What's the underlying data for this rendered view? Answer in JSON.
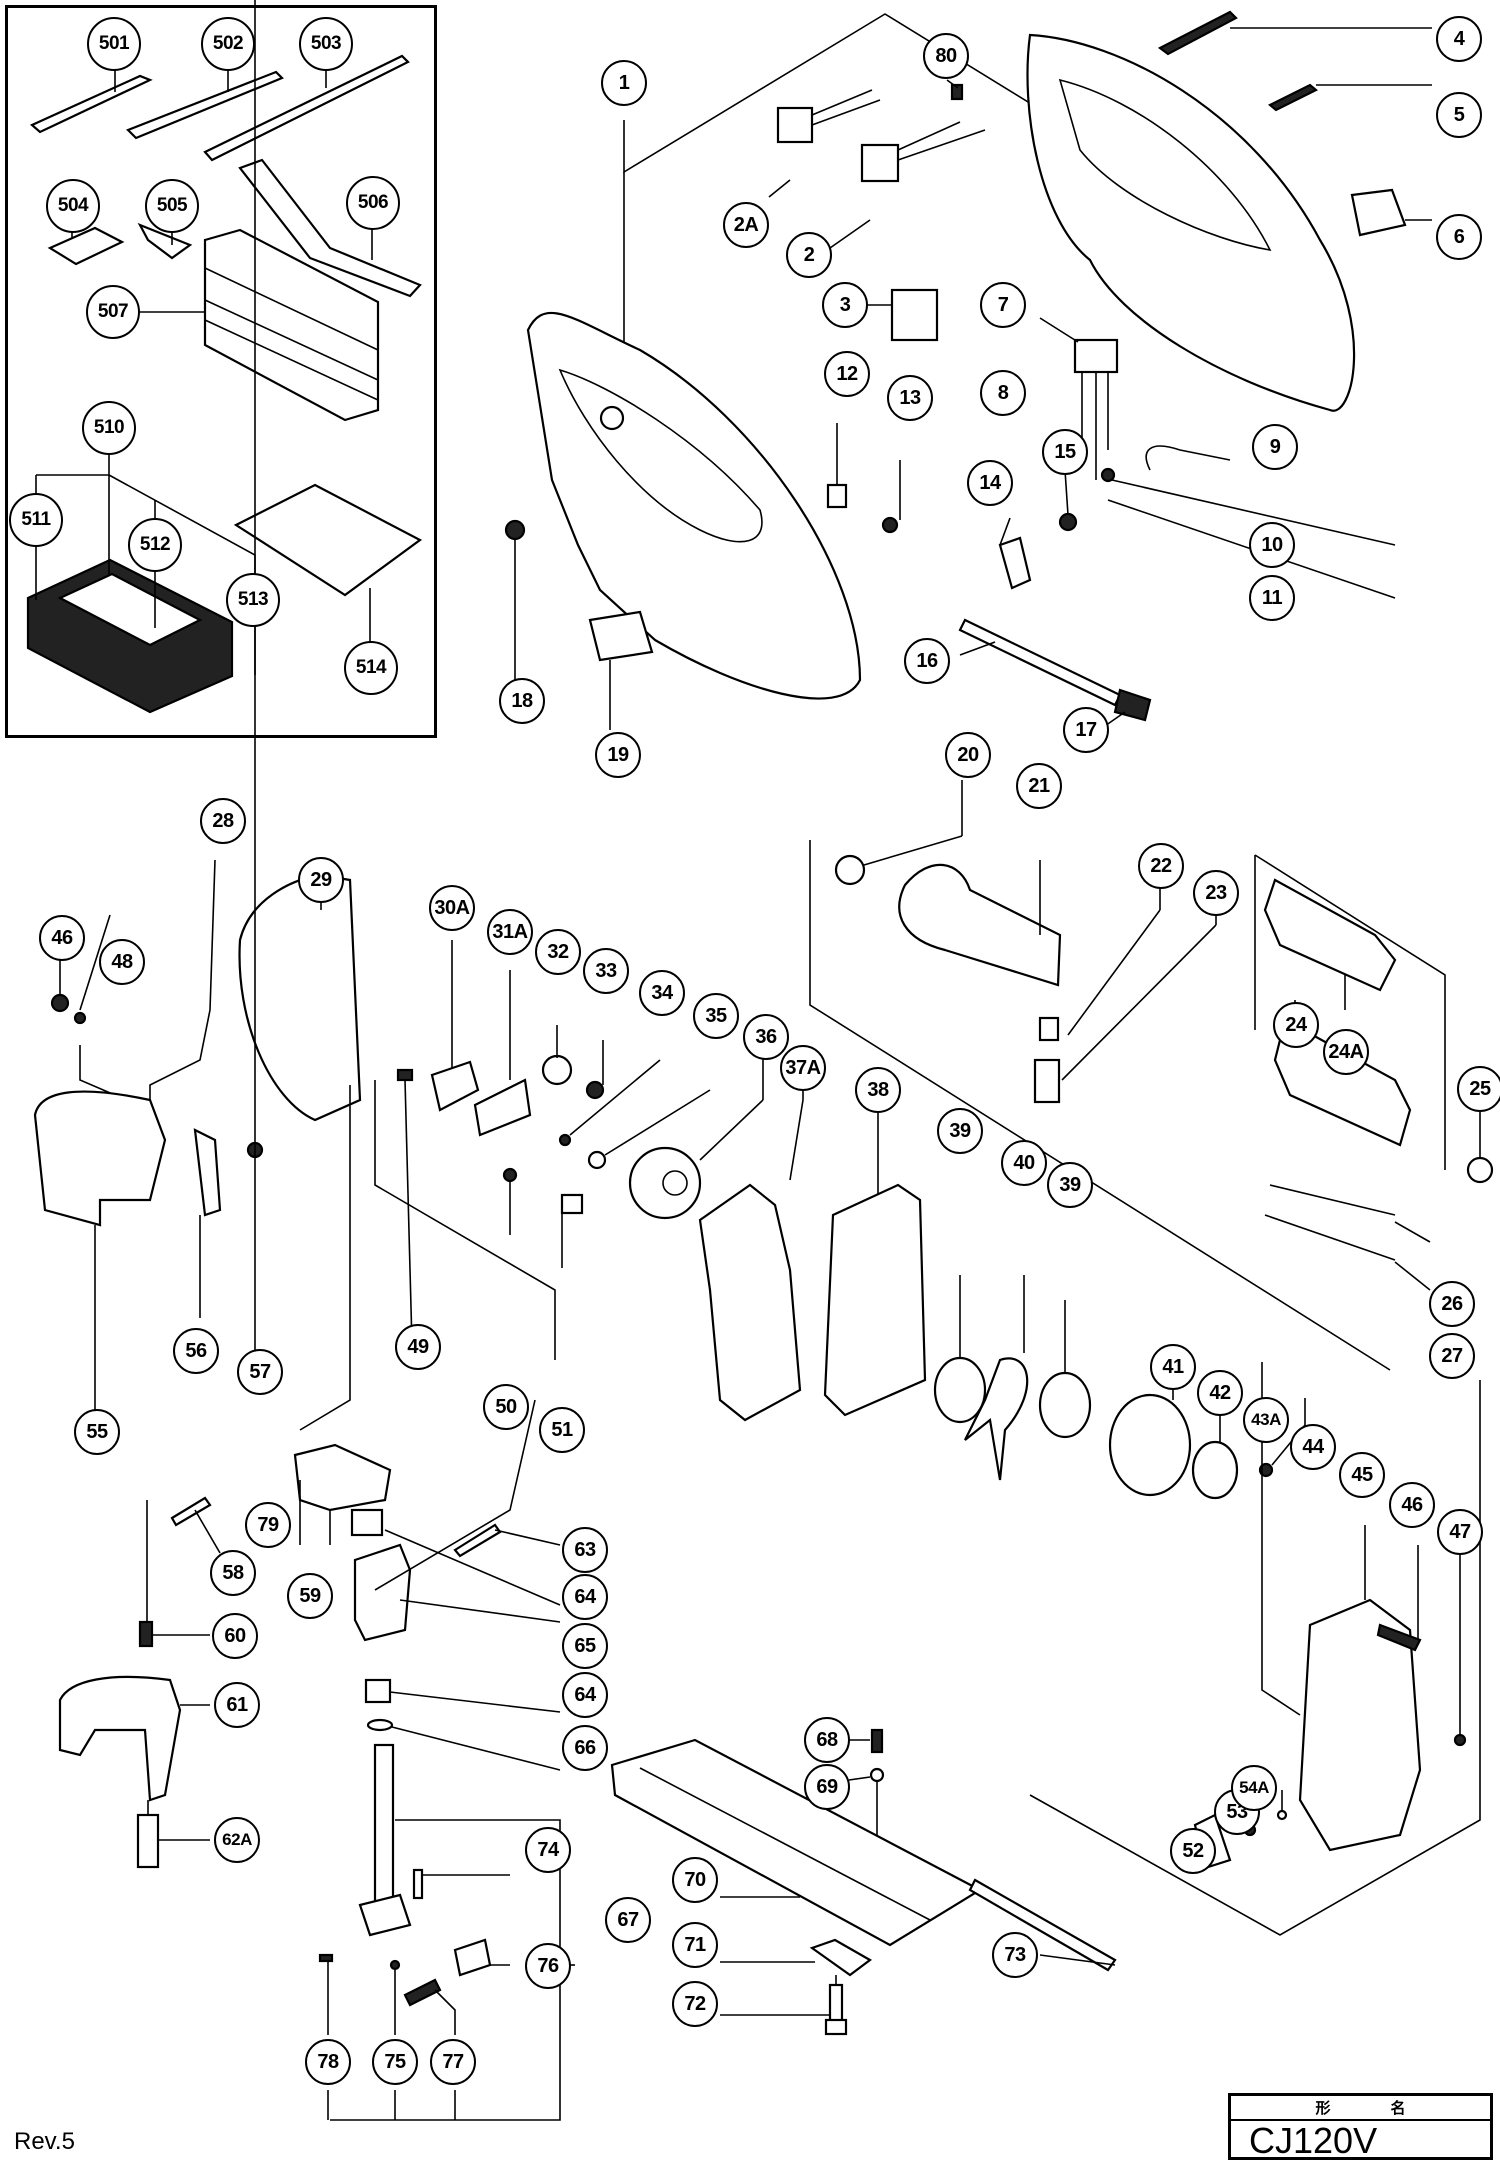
{
  "document": {
    "type": "exploded parts diagram",
    "revision": "Rev.5",
    "model_box": {
      "header_left": "形",
      "header_right": "名",
      "model": "CJ120V"
    }
  },
  "accessory_inset": {
    "labels": [
      "501",
      "502",
      "503",
      "504",
      "505",
      "506",
      "507",
      "510",
      "511",
      "512",
      "513",
      "514"
    ]
  },
  "part_labels": {
    "p1": "1",
    "p2": "2",
    "p2a": "2A",
    "p3": "3",
    "p4": "4",
    "p5": "5",
    "p6": "6",
    "p7": "7",
    "p8": "8",
    "p9": "9",
    "p10": "10",
    "p11": "11",
    "p12": "12",
    "p13": "13",
    "p14": "14",
    "p15": "15",
    "p16": "16",
    "p17": "17",
    "p18": "18",
    "p19": "19",
    "p20": "20",
    "p21": "21",
    "p22": "22",
    "p23": "23",
    "p24": "24",
    "p24a": "24A",
    "p25": "25",
    "p26": "26",
    "p27": "27",
    "p28": "28",
    "p29": "29",
    "p30a": "30A",
    "p31a": "31A",
    "p32": "32",
    "p33": "33",
    "p34": "34",
    "p35": "35",
    "p36": "36",
    "p37a": "37A",
    "p38": "38",
    "p39a": "39",
    "p39b": "39",
    "p40": "40",
    "p41": "41",
    "p42": "42",
    "p43a": "43A",
    "p44": "44",
    "p45": "45",
    "p46a": "46",
    "p46b": "46",
    "p47": "47",
    "p48": "48",
    "p49": "49",
    "p50": "50",
    "p51": "51",
    "p52": "52",
    "p53": "53",
    "p54a": "54A",
    "p55": "55",
    "p56": "56",
    "p57": "57",
    "p58": "58",
    "p59": "59",
    "p60": "60",
    "p61": "61",
    "p62a": "62A",
    "p63": "63",
    "p64a": "64",
    "p64b": "64",
    "p65": "65",
    "p66": "66",
    "p67": "67",
    "p68": "68",
    "p69": "69",
    "p70": "70",
    "p71": "71",
    "p72": "72",
    "p73": "73",
    "p74": "74",
    "p75": "75",
    "p76": "76",
    "p77": "77",
    "p78": "78",
    "p79": "79",
    "p80": "80",
    "a501": "501",
    "a502": "502",
    "a503": "503",
    "a504": "504",
    "a505": "505",
    "a506": "506",
    "a507": "507",
    "a510": "510",
    "a511": "511",
    "a512": "512",
    "a513": "513",
    "a514": "514"
  }
}
